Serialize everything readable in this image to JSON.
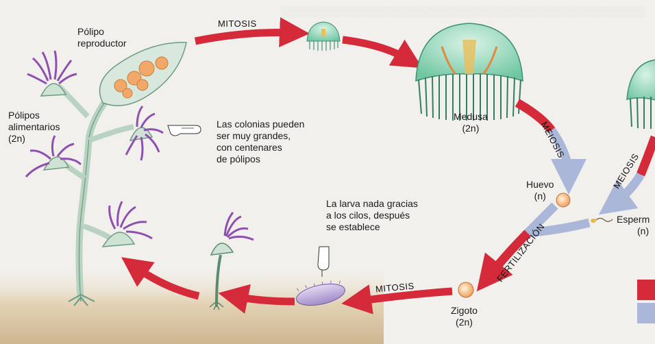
{
  "labels": {
    "polipo_reproductor": [
      "Pólipo",
      "reproductor"
    ],
    "polipos_alimentarios": [
      "Pólipos",
      "alimentarios",
      "(2n)"
    ],
    "colonias_note": [
      "Las colonias pueden",
      "ser muy grandes,",
      "con centenares",
      "de pólipos"
    ],
    "medusa": [
      "Medusa",
      "(2n)"
    ],
    "huevo": [
      "Huevo",
      "(n)"
    ],
    "esperma": [
      "Esperm",
      "(n)"
    ],
    "larva_note": [
      "La larva nada gracias",
      "a los cilos, después",
      "se establece"
    ],
    "zigoto": [
      "Zigoto",
      "(2n)"
    ]
  },
  "arrows": {
    "mitosis_top": "MITOSIS",
    "meiosis_1": "MEIOSIS",
    "meiosis_2": "MEIOSIS",
    "fertilizacion": "FERTILIZACIÓN",
    "mitosis_bottom": "MITOSIS"
  },
  "colors": {
    "diploid_arrow": "#d42a3a",
    "haploid_arrow": "#aab7d8",
    "polyp_fill": "#cfe3d4",
    "tentacles": "#8e4fb0",
    "medusa_body": "#8fd6b8",
    "ground": "#d9c8a8"
  }
}
